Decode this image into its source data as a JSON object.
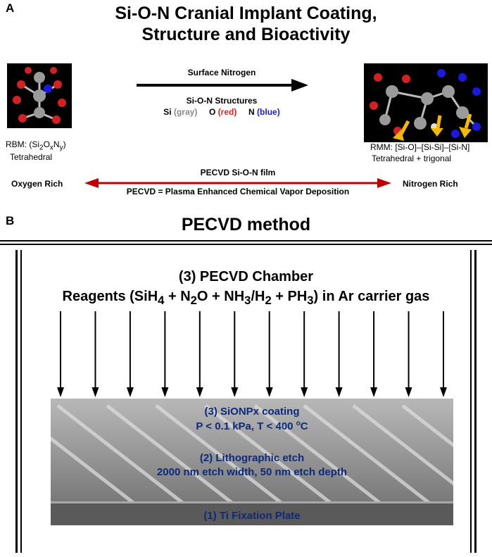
{
  "panel_a": {
    "letter": "A",
    "title_line1": "Si-O-N Cranial Implant Coating,",
    "title_line2": "Structure and Bioactivity",
    "arrow_label": "Surface Nitrogen",
    "structures_label": "Si-O-N Structures",
    "legend": {
      "si": "Si",
      "si_color_word": "(gray)",
      "o": "O",
      "o_color_word": "(red)",
      "n": "N",
      "n_color_word": "(blue)"
    },
    "left": {
      "label_prefix": "RBM:  (Si",
      "sub_2": "2",
      "o": "O",
      "sub_x": "x",
      "n": "N",
      "sub_y": "y",
      "close": ")",
      "geometry": "Tetrahedral",
      "side": "Oxygen Rich"
    },
    "right": {
      "label": "RMM:  [Si-O]–[Si-Si]–[Si-N]",
      "geometry": "Tetrahedral   + trigonal",
      "side": "Nitrogen Rich"
    },
    "film_label": "PECVD Si-O-N film",
    "pecvd_definition": "PECVD = Plasma Enhanced Chemical Vapor Deposition",
    "colors": {
      "si": "#8a8a8a",
      "o": "#e02020",
      "n": "#1a1adf",
      "double_arrow": "#c00000",
      "yellow_arrow": "#f5b800"
    }
  },
  "panel_b": {
    "letter": "B",
    "title": "PECVD method",
    "chamber_title": "(3) PECVD Chamber",
    "reagents": {
      "prefix": "Reagents (SiH",
      "sub4": "4",
      "p2": " + N",
      "sub2a": "2",
      "p3": "O + NH",
      "sub3a": "3",
      "p4": "/H",
      "sub2b": "2",
      "p5": " + PH",
      "sub3b": "3",
      "p6": ") in Ar carrier gas"
    },
    "arrow_count": 12,
    "layers": {
      "coating_title": "(3) SiONPx coating",
      "coating_params_prefix": "P < 0.1 kPa, T < 400 ",
      "coating_params_sup": "o",
      "coating_params_suffix": "C",
      "etch_title": "(2) Lithographic etch",
      "etch_params": "2000 nm etch width, 50 nm etch depth",
      "plate": "(1) Ti Fixation Plate"
    }
  }
}
